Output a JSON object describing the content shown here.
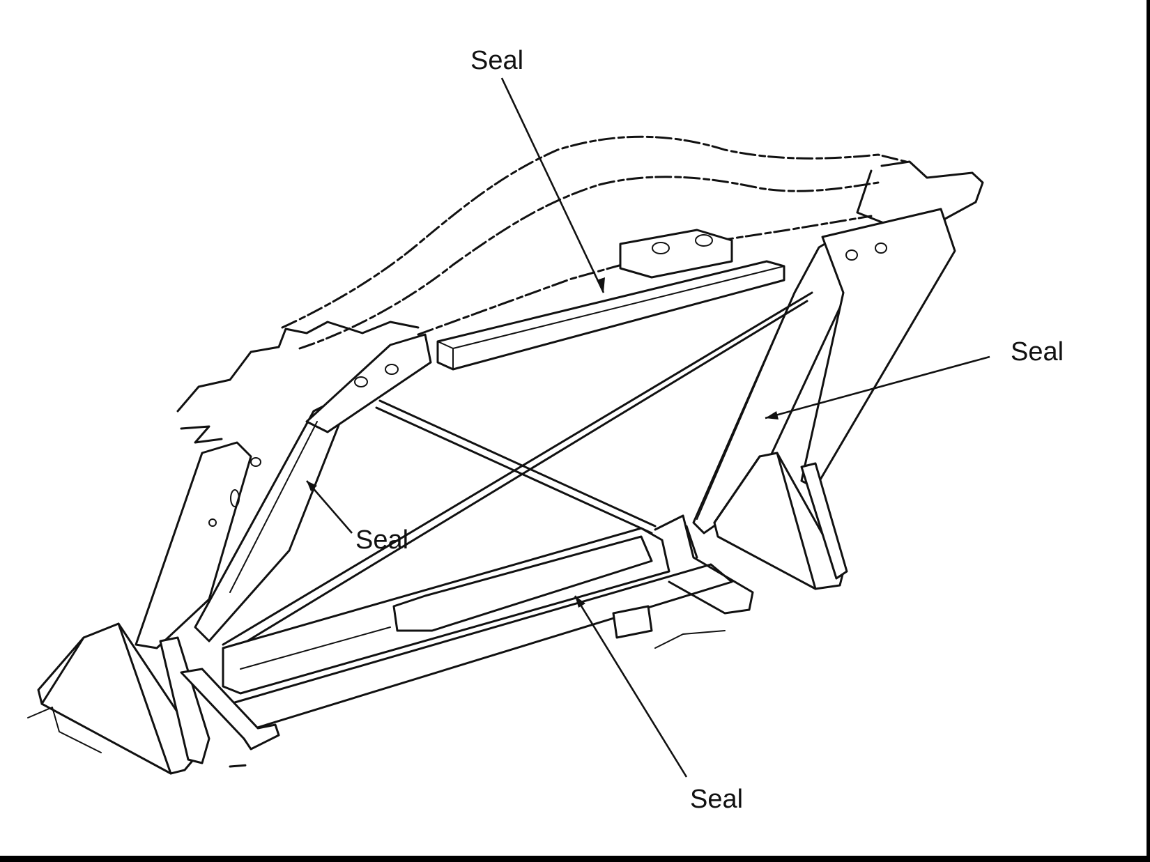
{
  "figure": {
    "colors": {
      "ink": "#111111",
      "paper": "#ffffff",
      "frame": "#000000"
    },
    "callouts": [
      {
        "id": "seal-top",
        "text": "Seal"
      },
      {
        "id": "seal-right",
        "text": "Seal"
      },
      {
        "id": "seal-left",
        "text": "Seal"
      },
      {
        "id": "seal-bottom",
        "text": "Seal"
      }
    ]
  }
}
